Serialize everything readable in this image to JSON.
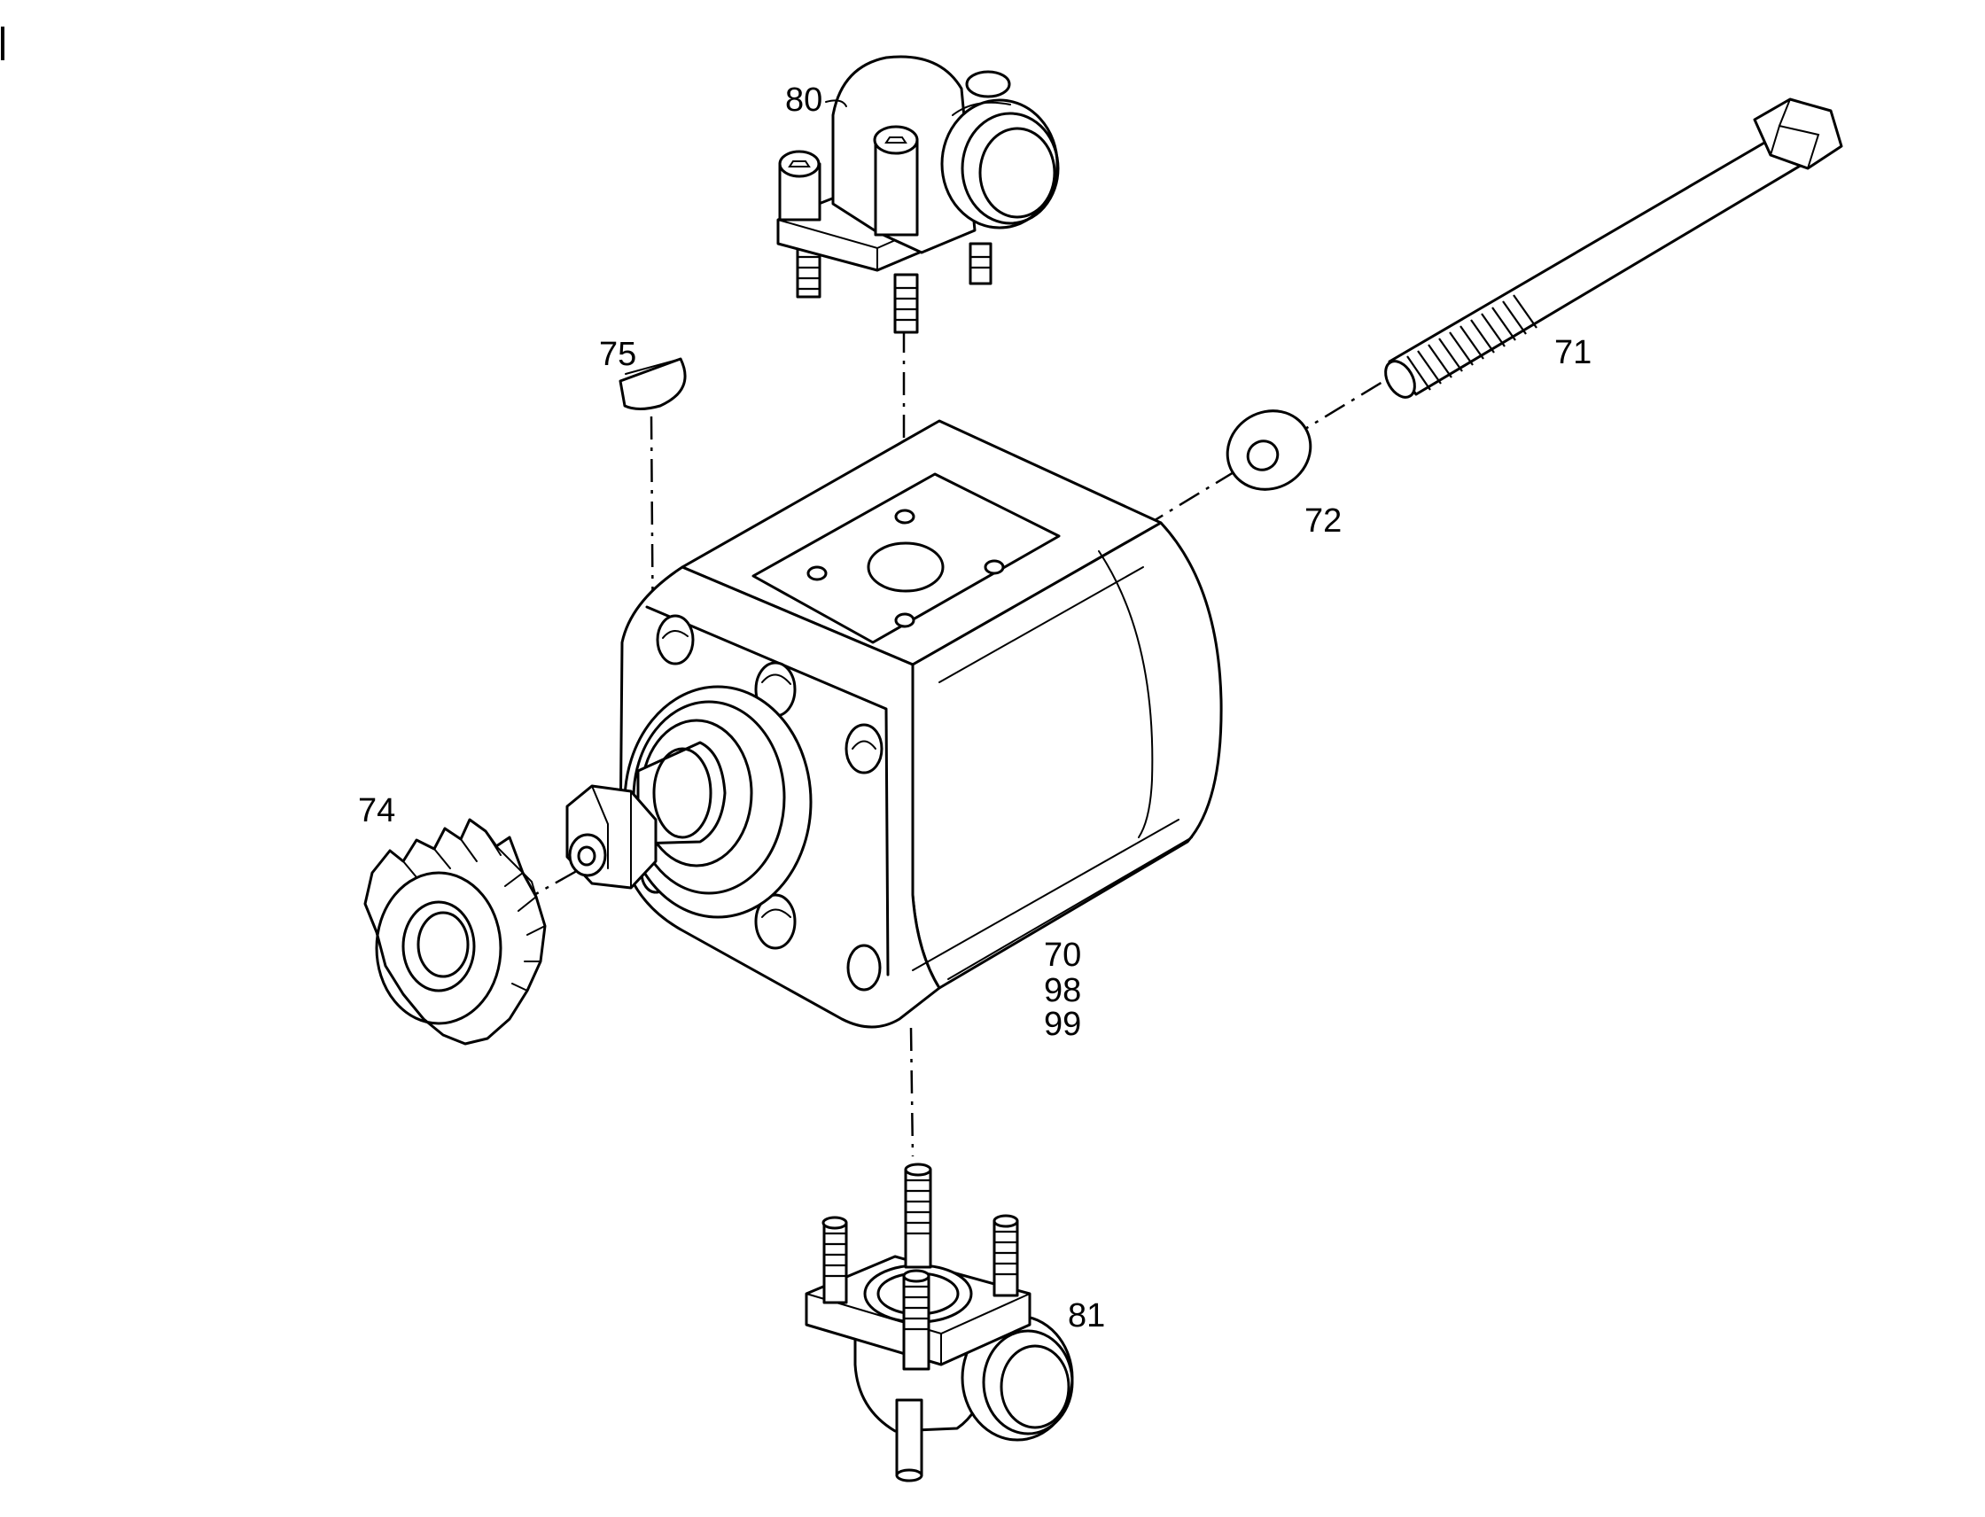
{
  "diagram": {
    "callouts": {
      "c80": "80",
      "c75": "75",
      "c71": "71",
      "c72": "72",
      "c74": "74",
      "c70": "70",
      "c98": "98",
      "c99": "99",
      "c81": "81"
    }
  }
}
